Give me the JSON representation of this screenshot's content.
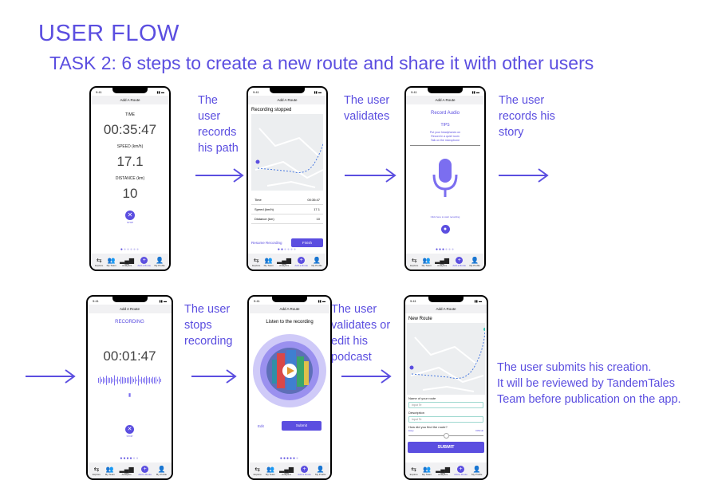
{
  "header": {
    "title": "USER FLOW",
    "subtitle": "TASK 2: 6 steps to create a new route and share it with other users"
  },
  "captions": {
    "c1": [
      "The",
      "user",
      "records",
      "his path"
    ],
    "c2": [
      "The user",
      "validates"
    ],
    "c3": [
      "The user",
      "records his",
      "story"
    ],
    "c4": [
      "The user",
      "stops",
      "recording"
    ],
    "c5": [
      "The user",
      "validates or",
      "edit his",
      "podcast"
    ],
    "c6": [
      "The user submits his creation.",
      "It will be reviewed by TandemTales",
      "Team before publication on the app."
    ]
  },
  "phone_common": {
    "time": "9:41",
    "appbar_title": "Add A Route",
    "tabs": [
      "Explore",
      "My Team",
      "Analytics",
      "Add a Route",
      "My Profile"
    ]
  },
  "screen1": {
    "time_label": "TIME",
    "time_value": "00:35:47",
    "speed_label": "SPEED (km/h)",
    "speed_value": "17.1",
    "distance_label": "DISTANCE (km)",
    "distance_value": "10",
    "stop_label": "STOP"
  },
  "screen2": {
    "heading": "Recording stopped",
    "rows": [
      {
        "label": "Time",
        "value": "00:35:47"
      },
      {
        "label": "Speed (km/h)",
        "value": "17.1"
      },
      {
        "label": "Distance (km)",
        "value": "10"
      }
    ],
    "resume": "Resume Recording",
    "finish": "Finish"
  },
  "screen3": {
    "heading": "Record Audio",
    "tips_title": "TIPS",
    "tips": [
      "Put your headphones on",
      "Record in a quiet room",
      "Talk on the microphone"
    ],
    "hint": "Click here to start recording"
  },
  "screen4": {
    "heading": "RECORDING",
    "timer": "00:01:47",
    "stop_label": "STOP"
  },
  "screen5": {
    "heading": "Listen to the recording",
    "edit": "Edit",
    "submit": "Submit"
  },
  "screen6": {
    "heading": "New Route",
    "name_label": "Name of your route",
    "name_placeholder": "Input Te",
    "desc_label": "Description",
    "desc_placeholder": "Input Te",
    "difficulty_label": "How did you find the route?",
    "easy": "Easy",
    "difficult": "Difficult",
    "submit": "SUBMIT"
  },
  "colors": {
    "accent": "#5b4ee0",
    "map_bg": "#eceef0",
    "route": "#4b7be0"
  }
}
